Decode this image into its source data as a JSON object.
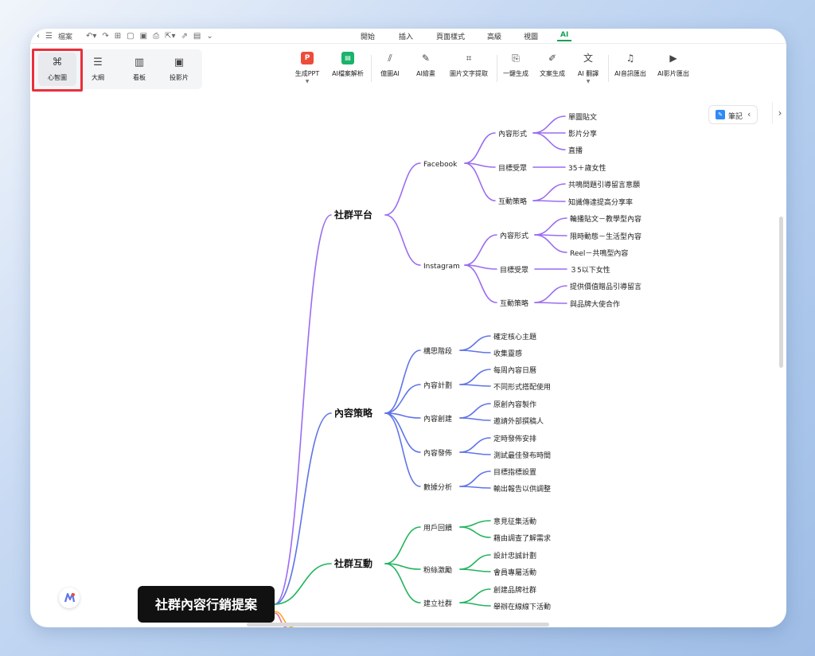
{
  "menubar": {
    "file_label": "檔案",
    "tabs": [
      {
        "label": "開始",
        "active": false
      },
      {
        "label": "插入",
        "active": false
      },
      {
        "label": "頁面樣式",
        "active": false
      },
      {
        "label": "高級",
        "active": false
      },
      {
        "label": "視圖",
        "active": false
      },
      {
        "label": "AI",
        "active": true
      }
    ]
  },
  "ribbon": {
    "views": [
      {
        "label": "心智圖",
        "icon": "mindmap-icon",
        "selected": true
      },
      {
        "label": "大綱",
        "icon": "outline-icon",
        "selected": false
      },
      {
        "label": "看板",
        "icon": "kanban-icon",
        "selected": false
      },
      {
        "label": "投影片",
        "icon": "slides-icon",
        "selected": false
      }
    ],
    "tools": [
      {
        "label": "生成PPT",
        "icon": "ppt-icon",
        "dropdown": true
      },
      {
        "label": "AI檔案解析",
        "icon": "ai-doc-icon",
        "dropdown": false
      },
      {
        "label": "億圖AI",
        "icon": "edraw-ai-icon",
        "dropdown": false
      },
      {
        "label": "AI繪畫",
        "icon": "ai-paint-icon",
        "dropdown": false
      },
      {
        "label": "圖片文字提取",
        "icon": "ocr-icon",
        "dropdown": false
      },
      {
        "label": "一鍵生成",
        "icon": "one-click-icon",
        "dropdown": false
      },
      {
        "label": "文案生成",
        "icon": "copywriting-icon",
        "dropdown": false
      },
      {
        "label": "AI 翻譯",
        "icon": "translate-icon",
        "dropdown": true
      },
      {
        "label": "AI音訊匯出",
        "icon": "audio-export-icon",
        "dropdown": false
      },
      {
        "label": "AI影片匯出",
        "icon": "video-export-icon",
        "dropdown": false
      }
    ]
  },
  "note_button": {
    "label": "筆記"
  },
  "colors": {
    "purple": "#9b6cf0",
    "blue": "#5f74e8",
    "green": "#22b45e",
    "accent": "#18a058",
    "highlight": "#e8303c"
  },
  "mindmap": {
    "root": "社群內容行銷提案",
    "l1": [
      "社群平台",
      "內容策略",
      "社群互動"
    ],
    "l2": [
      "Facebook",
      "Instagram",
      "構思階段",
      "內容計劃",
      "內容創建",
      "內容發佈",
      "數據分析",
      "用戶回饋",
      "粉絲激勵",
      "建立社群"
    ],
    "l3": [
      "內容形式",
      "目標受眾",
      "互動策略",
      "內容形式",
      "目標受眾",
      "互動策略"
    ],
    "leaves": [
      "單圖貼文",
      "影片分享",
      "直播",
      "35＋歲女性",
      "共鳴問題引導留言意願",
      "知識傳達提高分享率",
      "輪播貼文－教學型內容",
      "限時動態－生活型內容",
      "Reel－共鳴型內容",
      "３5以下女性",
      "提供價值贈品引導留言",
      "與品牌大使合作",
      "確定核心主題",
      "收集靈感",
      "每周內容日曆",
      "不同形式搭配使用",
      "原創內容製作",
      "邀請外部撰稿人",
      "定時發佈安排",
      "測試最佳發布時間",
      "目標指標設置",
      "輸出報告以供調整",
      "意見征集活動",
      "藉由調查了解需求",
      "設計忠誠計劃",
      "會員專屬活動",
      "創建品牌社群",
      "舉辦在線線下活動"
    ]
  }
}
